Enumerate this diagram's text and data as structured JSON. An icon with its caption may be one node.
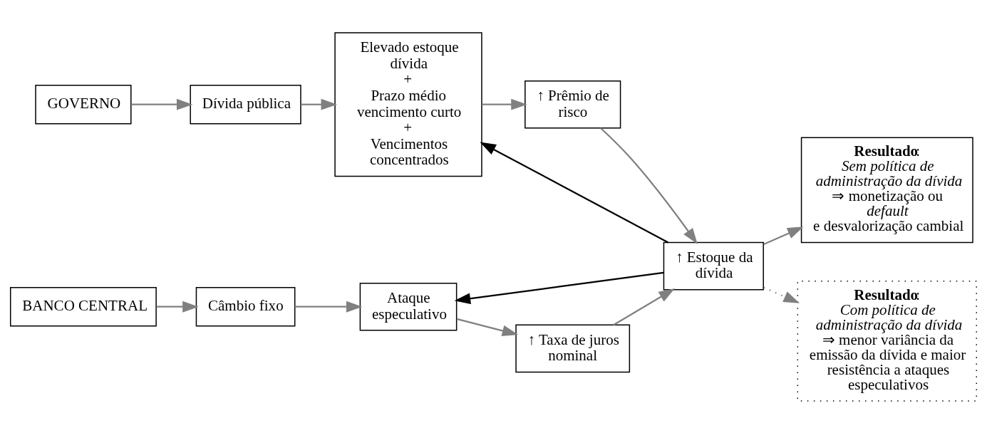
{
  "diagram": {
    "nodes": [
      {
        "text": [
          "GOVERNO"
        ]
      },
      {
        "text": [
          "Dívida pública"
        ]
      },
      {
        "text": [
          "Elevado estoque dívida",
          "+",
          "Prazo médio vencimento curto",
          "+",
          "Vencimentos concentrados"
        ]
      },
      {
        "text": [
          "↑ Prêmio de risco"
        ]
      },
      {
        "text": [
          "↑ Estoque da dívida"
        ]
      },
      {
        "text": [
          "**Resultado**:",
          "*Sem política de administração da dívida* ⇒ monetização ou *default* e desvalorização cambial"
        ]
      },
      {
        "text": [
          "**Resultado**:",
          "*Com política de administração da dívida* ⇒ menor variância da emissão da dívida e maior resistência a ataques especulativos"
        ]
      },
      {
        "text": [
          "BANCO CENTRAL"
        ]
      },
      {
        "text": [
          "Câmbio fixo"
        ]
      },
      {
        "text": [
          "Ataque especulativo"
        ]
      },
      {
        "text": [
          "↑ Taxa de juros nominal"
        ]
      }
    ],
    "edges": [
      {
        "from": 0,
        "to": 1,
        "arrow": "to"
      },
      {
        "from": 1,
        "to": 2,
        "arrow": "to"
      },
      {
        "from": 2,
        "to": 3,
        "arrow": "to"
      },
      {
        "from": 3,
        "to": 4,
        "arrow": "to"
      },
      {
        "from": 4,
        "to": 2,
        "arrow": "to",
        "color": "#000000"
      },
      {
        "from": 4,
        "to": 5,
        "arrow": "to"
      },
      {
        "from": 4,
        "to": 6,
        "arrow": "to",
        "style": "dashed"
      },
      {
        "from": 7,
        "to": 8,
        "arrow": "to"
      },
      {
        "from": 8,
        "to": 9,
        "arrow": "to"
      },
      {
        "from": 9,
        "to": 10,
        "arrow": "to"
      },
      {
        "from": 10,
        "to": 4,
        "arrow": "to"
      },
      {
        "from": 4,
        "to": 9,
        "arrow": "to",
        "color": "#000000"
      }
    ]
  }
}
